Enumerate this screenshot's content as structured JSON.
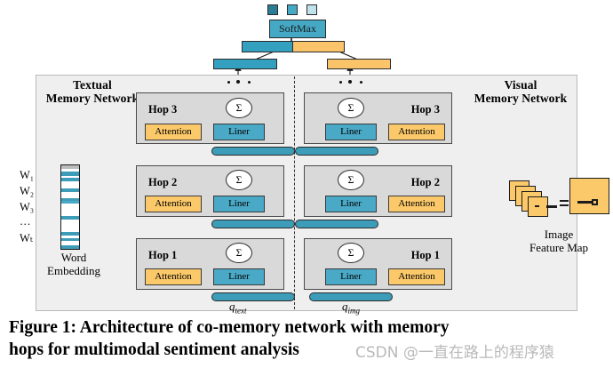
{
  "figure": {
    "caption_line1": "Figure 1: Architecture of co-memory network with memory",
    "caption_line2": "hops for multimodal sentiment analysis",
    "watermark": "CSDN @一直在路上的程序猿"
  },
  "top": {
    "softmax_label": "SoftMax",
    "output_squares": [
      "dark-teal",
      "mid-teal",
      "light-teal"
    ],
    "square_colors": [
      "#2b7d96",
      "#45a8c4",
      "#bfe2ec"
    ]
  },
  "left_network": {
    "title_line1": "Textual",
    "title_line2": "Memory Network",
    "hops": [
      {
        "label": "Hop 3",
        "attention": "Attention",
        "liner": "Liner",
        "sum": "Σ"
      },
      {
        "label": "Hop 2",
        "attention": "Attention",
        "liner": "Liner",
        "sum": "Σ"
      },
      {
        "label": "Hop 1",
        "attention": "Attention",
        "liner": "Liner",
        "sum": "Σ"
      }
    ],
    "query_label": "q",
    "query_sub": "text",
    "input": {
      "word_labels": [
        "W₁",
        "W₂",
        "W₃",
        "…",
        "Wₜ"
      ],
      "caption_line1": "Word",
      "caption_line2": "Embedding"
    }
  },
  "right_network": {
    "title_line1": "Visual",
    "title_line2": "Memory Network",
    "hops": [
      {
        "label": "Hop 3",
        "attention": "Attention",
        "liner": "Liner",
        "sum": "Σ"
      },
      {
        "label": "Hop 2",
        "attention": "Attention",
        "liner": "Liner",
        "sum": "Σ"
      },
      {
        "label": "Hop 1",
        "attention": "Attention",
        "liner": "Liner",
        "sum": "Σ"
      }
    ],
    "query_label": "q",
    "query_sub": "img",
    "input": {
      "caption_line1": "Image",
      "caption_line2": "Feature Map"
    }
  },
  "colors": {
    "attention": "#fbc96a",
    "liner": "#4aa9c6",
    "memory_bar_teal": "#3d9cb8",
    "memory_bar_orange": "#fbc96a",
    "panel_bg": "#efefef",
    "hop_bg": "#d9d9d9",
    "softmax": "#45a8c4"
  }
}
